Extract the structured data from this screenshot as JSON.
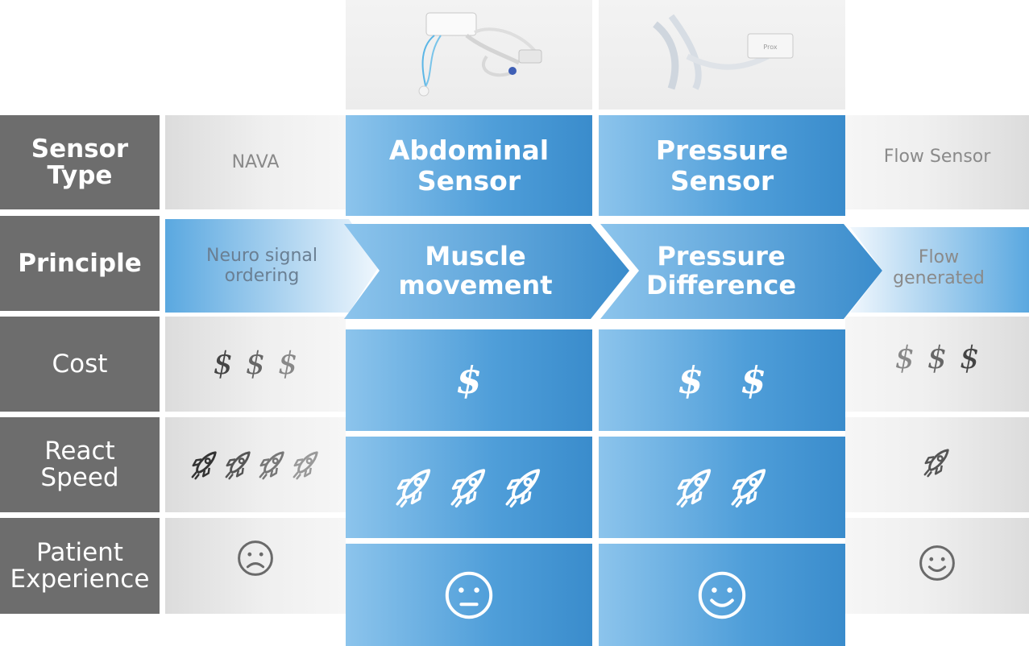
{
  "rows": {
    "sensor_type": "Sensor Type",
    "principle": "Principle",
    "cost": "Cost",
    "react_speed": [
      "React",
      "Speed"
    ],
    "patient_experience": [
      "Patient",
      "Experience"
    ]
  },
  "nava": {
    "sensor": "NAVA",
    "principle": [
      "Neuro signal",
      "ordering"
    ],
    "cost_symbols": [
      "$",
      "$",
      "$"
    ],
    "speed_rockets": 4,
    "experience_icon": "sad-face-icon"
  },
  "abdominal": {
    "sensor": [
      "Abdominal",
      "Sensor"
    ],
    "principle": [
      "Muscle",
      "movement"
    ],
    "cost_symbols": [
      "$"
    ],
    "speed_rockets": 3,
    "experience_icon": "neutral-face-icon"
  },
  "pressure": {
    "sensor": [
      "Pressure",
      "Sensor"
    ],
    "principle": [
      "Pressure",
      "Difference"
    ],
    "cost_symbols": [
      "$",
      "$"
    ],
    "speed_rockets": 2,
    "experience_icon": "happy-face-icon",
    "device_label": "Prox"
  },
  "flow": {
    "sensor": "Flow Sensor",
    "principle": [
      "Flow",
      "generated"
    ],
    "cost_symbols": [
      "$",
      "$",
      "$"
    ],
    "speed_rockets": 1,
    "experience_icon": "happy-face-icon"
  },
  "colors": {
    "header_gray": "#6d6d6d",
    "blue_dark": "#3a8ccc",
    "blue_light": "#8cc4ec",
    "side_text": "#8a8a8a"
  }
}
